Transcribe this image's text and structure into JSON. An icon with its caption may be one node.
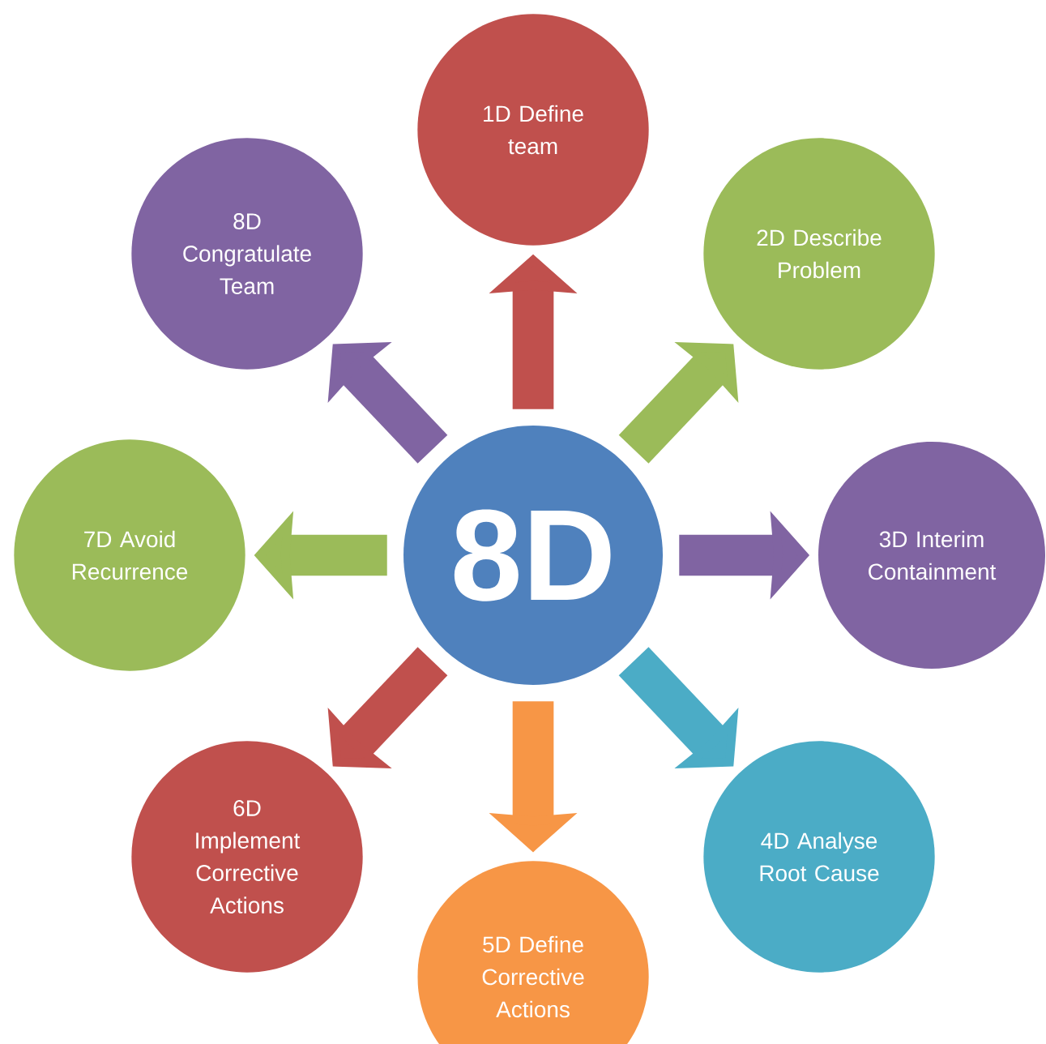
{
  "diagram": {
    "nodes": [
      {
        "text": [
          "8D"
        ]
      },
      {
        "text": [
          "1D Define team"
        ]
      },
      {
        "text": [
          "2D Describe Problem"
        ]
      },
      {
        "text": [
          "3D Interim Containment"
        ]
      },
      {
        "text": [
          "4D Analyse Root Cause"
        ]
      },
      {
        "text": [
          "5D Define Corrective Actions"
        ]
      },
      {
        "text": [
          "6D Implement Corrective Actions"
        ]
      },
      {
        "text": [
          "7D Avoid Recurrence"
        ]
      },
      {
        "text": [
          "8D Congratulate Team"
        ]
      }
    ],
    "edges": [
      {
        "from": 0,
        "to": 1,
        "arrow": "to",
        "color": "#c0504d"
      },
      {
        "from": 0,
        "to": 2,
        "arrow": "to",
        "color": "#9bbb59"
      },
      {
        "from": 0,
        "to": 3,
        "arrow": "to",
        "color": "#8064a2"
      },
      {
        "from": 0,
        "to": 4,
        "arrow": "to",
        "color": "#4bacc6"
      },
      {
        "from": 0,
        "to": 5,
        "arrow": "to",
        "color": "#f79646"
      },
      {
        "from": 0,
        "to": 6,
        "arrow": "to",
        "color": "#c0504d"
      },
      {
        "from": 0,
        "to": 7,
        "arrow": "to",
        "color": "#9bbb59"
      },
      {
        "from": 0,
        "to": 8,
        "arrow": "to",
        "color": "#8064a2"
      }
    ]
  }
}
